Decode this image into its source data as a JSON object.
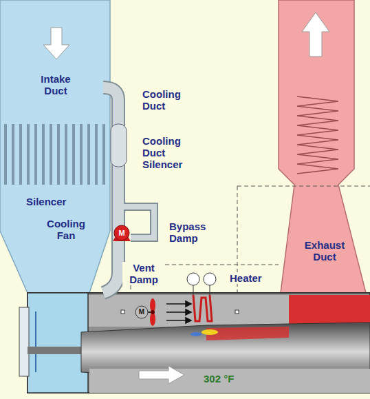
{
  "diagram": {
    "labels": [
      "Intake Duct",
      "Cooling Duct",
      "Cooling Duct Silencer",
      "Silencer",
      "Cooling Fan",
      "Bypass Damp",
      "Vent Damp",
      "Heater",
      "Exhaust Duct",
      "302 °F",
      "M",
      "M"
    ]
  }
}
